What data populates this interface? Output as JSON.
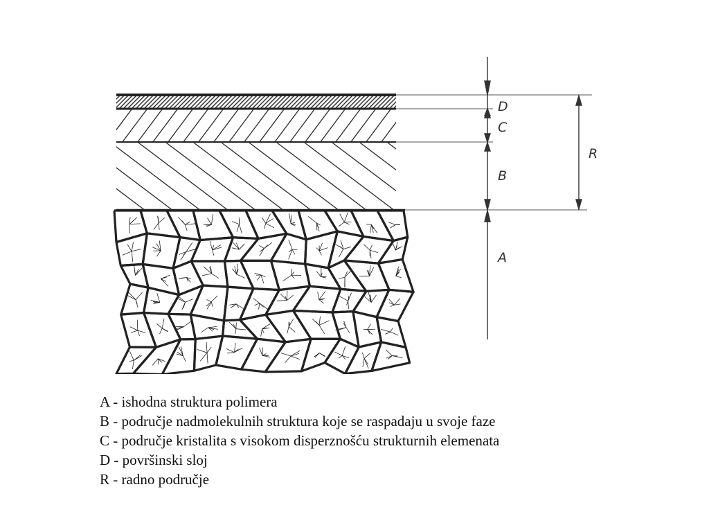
{
  "layers": {
    "d": "D",
    "c": "C",
    "b": "B",
    "a": "A",
    "r": "R"
  },
  "legend": [
    "A - ishodna struktura polimera",
    "B - područje nadmolekulnih struktura koje se raspadaju u svoje faze",
    "C - područje kristalita s visokom disperznošću strukturnih elemenata",
    "D - površinski sloj",
    "R - radno područje"
  ],
  "colors": {
    "ink": "#222222",
    "line": "#444444"
  }
}
